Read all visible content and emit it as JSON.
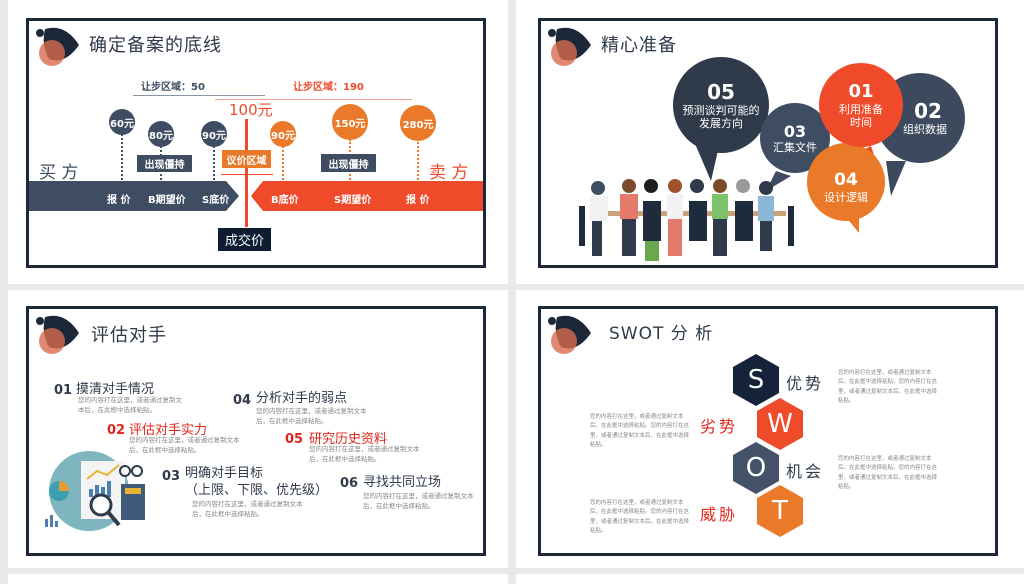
{
  "slides": [
    {
      "title": "确定备案的底线",
      "concession_buyer": "让步区域：50",
      "concession_seller": "让步区域：190",
      "deal_price": "100元",
      "buyer_prices": [
        "60元",
        "80元",
        "90元"
      ],
      "seller_prices": [
        "90元",
        "150元",
        "280元"
      ],
      "stalemate": "出现僵持",
      "bargain_zone": "议价区域",
      "buyer": "买 方",
      "seller": "卖 方",
      "buyer_labels": [
        "报 价",
        "B期望价",
        "S底价"
      ],
      "seller_labels": [
        "B底价",
        "S期望价",
        "报 价"
      ],
      "deal_label": "成交价"
    },
    {
      "title": "精心准备",
      "bubbles": [
        {
          "num": "05",
          "text": "预测谈判可能的发展方向"
        },
        {
          "num": "03",
          "text": "汇集文件"
        },
        {
          "num": "02",
          "text": "组织数据"
        },
        {
          "num": "04",
          "text": "设计逻辑"
        },
        {
          "num": "01",
          "text": "利用准备时间"
        }
      ]
    },
    {
      "title": "评估对手",
      "items": [
        {
          "num": "01",
          "title": "摸清对手情况",
          "desc": "您的内容打在这里，或者通过复制文本后，在此框中选择粘贴。"
        },
        {
          "num": "02",
          "title": "评估对手实力",
          "desc": "您的内容打在这里，或者通过复制文本后，在此框中选择粘贴。"
        },
        {
          "num": "03",
          "title": "明确对手目标",
          "title2": "（上限、下限、优先级）",
          "desc": "您的内容打在这里，或者通过复制文本后，在此框中选择粘贴。"
        },
        {
          "num": "04",
          "title": "分析对手的弱点",
          "desc": "您的内容打在这里，或者通过复制文本后，在此框中选择粘贴。"
        },
        {
          "num": "05",
          "title": "研究历史资料",
          "desc": "您的内容打在这里，或者通过复制文本后，在此框中选择粘贴。"
        },
        {
          "num": "06",
          "title": "寻找共同立场",
          "desc": "您的内容打在这里，或者通过复制文本后，在此框中选择粘贴。"
        }
      ]
    },
    {
      "title": "SWOT 分 析",
      "letters": [
        "S",
        "W",
        "O",
        "T"
      ],
      "labels": [
        "优势",
        "劣势",
        "机会",
        "威胁"
      ],
      "desc": "您的内容打在这里，或者通过复制文本后，在此框中选择粘贴。您的内容打在这里，或者通过复制文本后，在此框中选择粘贴。"
    }
  ],
  "colors": {
    "navy": "#1c2838",
    "slate": "#3f4d63",
    "red": "#ef4b2a",
    "orange": "#ea7a2a"
  }
}
